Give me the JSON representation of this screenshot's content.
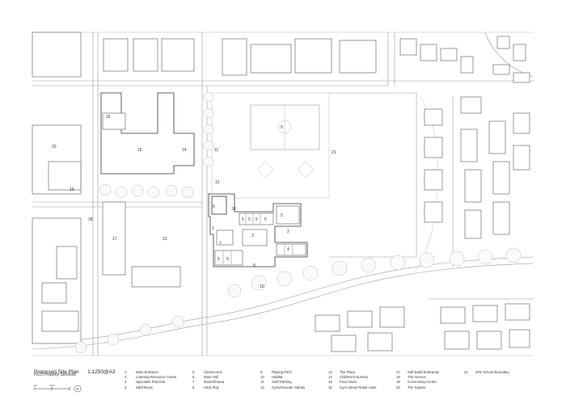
{
  "title": "Proposed Site Plan",
  "scale_text": "1:1250@A3",
  "subtitle": "HCC Property Services",
  "scale_bar": {
    "label_start": "0m",
    "label_end": "10m"
  },
  "north_label": "N",
  "legend_columns": [
    [
      {
        "n": "1",
        "label": "Main Entrance"
      },
      {
        "n": "2",
        "label": "Learning Resource Centre"
      },
      {
        "n": "3",
        "label": "Specialist Practical"
      },
      {
        "n": "4",
        "label": "Staff Room"
      }
    ],
    [
      {
        "n": "5",
        "label": "Classrooms"
      },
      {
        "n": "6",
        "label": "Main Hall"
      },
      {
        "n": "7",
        "label": "Music/Drama"
      },
      {
        "n": "8",
        "label": "Hard Play"
      }
    ],
    [
      {
        "n": "9",
        "label": "Playing Pitch"
      },
      {
        "n": "10",
        "label": "Habitat"
      },
      {
        "n": "11",
        "label": "Staff Parking"
      },
      {
        "n": "12",
        "label": "Cycle/Scooter Stands"
      }
    ],
    [
      {
        "n": "13",
        "label": "The Place"
      },
      {
        "n": "14",
        "label": "Children's Nursery"
      },
      {
        "n": "15",
        "label": "Food Store"
      },
      {
        "n": "16",
        "label": "Gym Above Retail Units"
      }
    ],
    [
      {
        "n": "17",
        "label": "Self-Build Enterprise"
      },
      {
        "n": "18",
        "label": "The Avenue"
      },
      {
        "n": "19",
        "label": "Community Centre"
      },
      {
        "n": "20",
        "label": "The Square"
      }
    ]
  ],
  "legend_extra": {
    "n": "21",
    "label": "2FE School Boundary"
  },
  "map_labels": {
    "l16": "16",
    "l15": "15",
    "l14": "14",
    "l20": "20",
    "l19": "19",
    "l18": "18",
    "l17": "17",
    "l13": "13",
    "l11": "11",
    "l9": "9",
    "l21": "21",
    "l12": "12",
    "l6": "6",
    "l5a": "5",
    "l5b": "5",
    "l5c": "5",
    "l5d": "5",
    "l5e": "5",
    "l5f": "5",
    "l5g": "5",
    "l10": "10",
    "l7": "7",
    "l3": "3",
    "l2": "2",
    "l1": "1",
    "l8": "8",
    "l10b": "10",
    "l4": "4"
  }
}
